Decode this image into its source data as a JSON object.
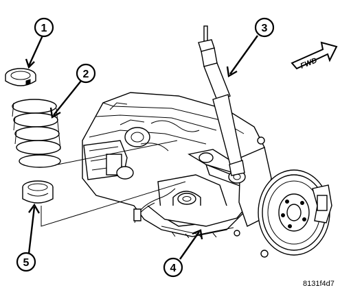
{
  "callouts": [
    {
      "id": "1",
      "label": "1"
    },
    {
      "id": "2",
      "label": "2"
    },
    {
      "id": "3",
      "label": "3"
    },
    {
      "id": "4",
      "label": "4"
    },
    {
      "id": "5",
      "label": "5"
    }
  ],
  "direction_label": "FWD",
  "reference_code": "8131f4d7"
}
